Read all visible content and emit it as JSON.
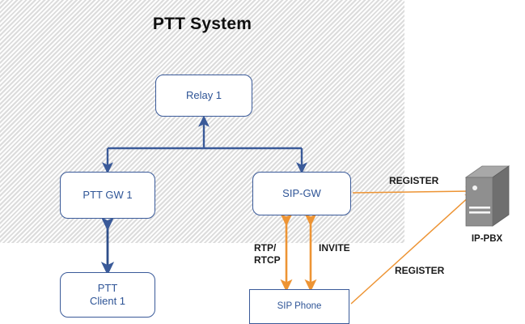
{
  "diagram": {
    "title": "PTT System",
    "region": {
      "name": "ptt-system-region"
    },
    "nodes": [
      {
        "id": "relay1",
        "label": "Relay 1",
        "shape": "rounded"
      },
      {
        "id": "pttgw1",
        "label": "PTT GW 1",
        "shape": "rounded"
      },
      {
        "id": "sipgw",
        "label": "SIP-GW",
        "shape": "rounded"
      },
      {
        "id": "pttcli1",
        "label": "PTT\nClient 1",
        "shape": "rounded"
      },
      {
        "id": "sipphone",
        "label": "SIP Phone",
        "shape": "sharp"
      }
    ],
    "external": {
      "server_label": "IP-PBX",
      "server_icon": "server-tower-icon"
    },
    "edge_labels": {
      "register_top": "REGISTER",
      "register_bottom": "REGISTER",
      "invite": "INVITE",
      "rtp_rtcp": "RTP/\nRTCP"
    },
    "colors": {
      "node_border": "#3a5a99",
      "node_text": "#2e5496",
      "blue_arrow": "#3a5a99",
      "orange_arrow": "#ed9434",
      "region_fill": "#e8e8e8",
      "title_text": "#111111"
    }
  }
}
